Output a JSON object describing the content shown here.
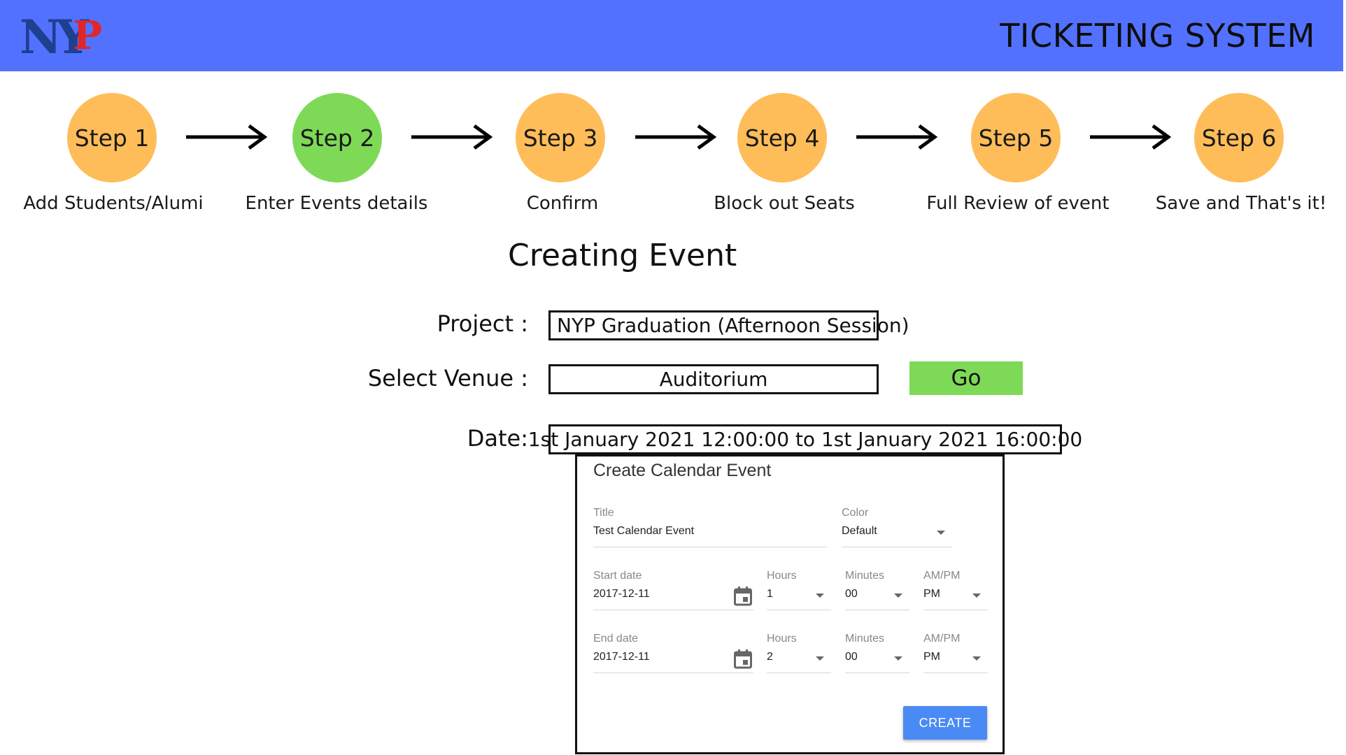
{
  "header": {
    "logo_text": "NYP",
    "title": "TICKETING SYSTEM",
    "background": "#5271ff"
  },
  "steps": [
    {
      "label": "Step 1",
      "caption": "Add Students/Alumi",
      "status": "pending"
    },
    {
      "label": "Step 2",
      "caption": "Enter Events details",
      "status": "current"
    },
    {
      "label": "Step 3",
      "caption": "Confirm",
      "status": "pending"
    },
    {
      "label": "Step 4",
      "caption": "Block out Seats",
      "status": "pending"
    },
    {
      "label": "Step 5",
      "caption": "Full Review of event",
      "status": "pending"
    },
    {
      "label": "Step 6",
      "caption": "Save and That's it!",
      "status": "pending"
    }
  ],
  "colors": {
    "step_pending": "#ffbd59",
    "step_current": "#7ed957",
    "go_button": "#7ed957",
    "create_button": "#4a8af4"
  },
  "form": {
    "title": "Creating Event",
    "project_label": "Project :",
    "project_value": "NYP Graduation (Afternoon Session)",
    "venue_label": "Select Venue :",
    "venue_value": "Auditorium",
    "go_label": "Go",
    "date_label": "Date:",
    "date_value": "1st January 2021 12:00:00 to 1st January 2021 16:00:00"
  },
  "dialog": {
    "title": "Create Calendar Event",
    "title_field": {
      "label": "Title",
      "value": "Test Calendar Event"
    },
    "color_field": {
      "label": "Color",
      "value": "Default"
    },
    "start": {
      "date_label": "Start date",
      "date_value": "2017-12-11",
      "hours_label": "Hours",
      "hours_value": "1",
      "minutes_label": "Minutes",
      "minutes_value": "00",
      "ampm_label": "AM/PM",
      "ampm_value": "PM"
    },
    "end": {
      "date_label": "End date",
      "date_value": "2017-12-11",
      "hours_label": "Hours",
      "hours_value": "2",
      "minutes_label": "Minutes",
      "minutes_value": "00",
      "ampm_label": "AM/PM",
      "ampm_value": "PM"
    },
    "create_label": "CREATE"
  }
}
